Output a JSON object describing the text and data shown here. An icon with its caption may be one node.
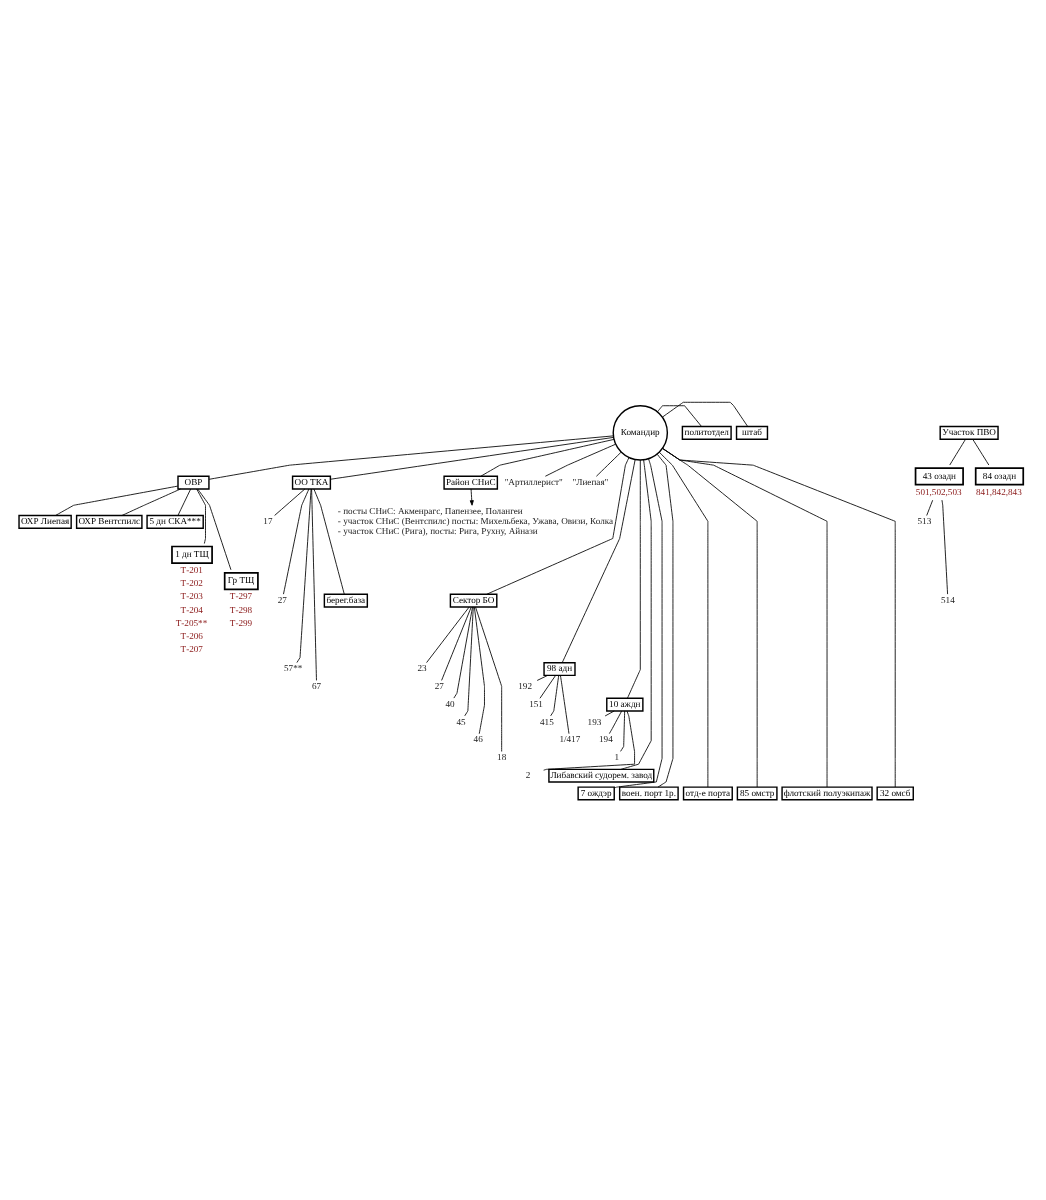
{
  "diagram": {
    "nodes": [
      {
        "text": [
          "Командир"
        ]
      },
      {
        "text": [
          "штаб"
        ]
      },
      {
        "text": [
          "политотдел"
        ]
      },
      {
        "text": [
          "ОВР"
        ]
      },
      {
        "text": [
          "ОО ТКА"
        ]
      },
      {
        "text": [
          "Район СНиС"
        ]
      },
      {
        "text": [
          "\"Артиллерист\""
        ]
      },
      {
        "text": [
          "\"Лиепая\""
        ]
      },
      {
        "text": [
          "- посты СНиС: Акменрагс, Папензее, Полангеи",
          "- участок СНиС (Вентспилс) посты: Михельбека, Ужава, Овизи, Колка",
          "- участок СНиС (Рига), посты: Рига, Рухну, Айнази"
        ]
      },
      {
        "text": [
          "ОХР Лиепая"
        ]
      },
      {
        "text": [
          "ОХР Вентспилс"
        ]
      },
      {
        "text": [
          "5 дн СКА***"
        ]
      },
      {
        "text": [
          "17"
        ]
      },
      {
        "text": [
          "27"
        ]
      },
      {
        "text": [
          "57**"
        ]
      },
      {
        "text": [
          "67"
        ]
      },
      {
        "text": [
          "берег.база"
        ]
      },
      {
        "text": [
          "1 дн ТЩ"
        ],
        "beside": [
          "Т-201",
          "Т-202",
          "Т-203",
          "Т-204",
          "Т-205**",
          "Т-206",
          "Т-207"
        ]
      },
      {
        "text": [
          "Гр ТЩ"
        ],
        "beside": [
          "Т-297",
          "Т-298",
          "Т-299"
        ]
      },
      {
        "text": [
          "Сектор БО"
        ]
      },
      {
        "text": [
          "23"
        ]
      },
      {
        "text": [
          "27"
        ]
      },
      {
        "text": [
          "40"
        ]
      },
      {
        "text": [
          "45"
        ]
      },
      {
        "text": [
          "46"
        ]
      },
      {
        "text": [
          "18"
        ]
      },
      {
        "text": [
          "98 адн"
        ]
      },
      {
        "text": [
          "192"
        ]
      },
      {
        "text": [
          "151"
        ]
      },
      {
        "text": [
          "415"
        ]
      },
      {
        "text": [
          "1/417"
        ]
      },
      {
        "text": [
          "10 аждн"
        ]
      },
      {
        "text": [
          "193"
        ]
      },
      {
        "text": [
          "194"
        ]
      },
      {
        "text": [
          "1"
        ]
      },
      {
        "text": [
          "2"
        ]
      },
      {
        "text": [
          "Участок ПВО"
        ]
      },
      {
        "text": [
          "43 озадн"
        ],
        "beside": [
          "501,502,503"
        ]
      },
      {
        "text": [
          "513"
        ]
      },
      {
        "text": [
          "514"
        ]
      },
      {
        "text": [
          "84 озадн"
        ],
        "beside": [
          "841,842,843"
        ]
      },
      {
        "text": [
          "Либавский судорем. завод"
        ]
      },
      {
        "text": [
          "7 ождэр"
        ]
      },
      {
        "text": [
          "воен. порт 1р."
        ]
      },
      {
        "text": [
          "отд-е порта"
        ]
      },
      {
        "text": [
          "85 омстр"
        ]
      },
      {
        "text": [
          "флотский полуэкипаж"
        ]
      },
      {
        "text": [
          "32 омсб"
        ]
      }
    ],
    "edges": [
      {
        "from": 0,
        "to": 1,
        "arrow": "none"
      },
      {
        "from": 0,
        "to": 2,
        "arrow": "none"
      },
      {
        "from": 0,
        "to": 3,
        "arrow": "none"
      },
      {
        "from": 0,
        "to": 4,
        "arrow": "none"
      },
      {
        "from": 0,
        "to": 5,
        "arrow": "none"
      },
      {
        "from": 0,
        "to": 6,
        "arrow": "none"
      },
      {
        "from": 0,
        "to": 7,
        "arrow": "none"
      },
      {
        "from": 5,
        "to": 8,
        "arrow": "to"
      },
      {
        "from": 3,
        "to": 9,
        "arrow": "none"
      },
      {
        "from": 3,
        "to": 10,
        "arrow": "none"
      },
      {
        "from": 3,
        "to": 11,
        "arrow": "none"
      },
      {
        "from": 3,
        "to": 17,
        "arrow": "none"
      },
      {
        "from": 3,
        "to": 18,
        "arrow": "none"
      },
      {
        "from": 4,
        "to": 12,
        "arrow": "none"
      },
      {
        "from": 4,
        "to": 13,
        "arrow": "none"
      },
      {
        "from": 4,
        "to": 14,
        "arrow": "none"
      },
      {
        "from": 4,
        "to": 15,
        "arrow": "none"
      },
      {
        "from": 4,
        "to": 16,
        "arrow": "none"
      },
      {
        "from": 0,
        "to": 19,
        "arrow": "none"
      },
      {
        "from": 19,
        "to": 20,
        "arrow": "none"
      },
      {
        "from": 19,
        "to": 21,
        "arrow": "none"
      },
      {
        "from": 19,
        "to": 22,
        "arrow": "none"
      },
      {
        "from": 19,
        "to": 23,
        "arrow": "none"
      },
      {
        "from": 19,
        "to": 24,
        "arrow": "none"
      },
      {
        "from": 19,
        "to": 25,
        "arrow": "none"
      },
      {
        "from": 0,
        "to": 26,
        "arrow": "none"
      },
      {
        "from": 26,
        "to": 27,
        "arrow": "none"
      },
      {
        "from": 26,
        "to": 28,
        "arrow": "none"
      },
      {
        "from": 26,
        "to": 29,
        "arrow": "none"
      },
      {
        "from": 26,
        "to": 30,
        "arrow": "none"
      },
      {
        "from": 0,
        "to": 31,
        "arrow": "none"
      },
      {
        "from": 31,
        "to": 32,
        "arrow": "none"
      },
      {
        "from": 31,
        "to": 33,
        "arrow": "none"
      },
      {
        "from": 31,
        "to": 34,
        "arrow": "none"
      },
      {
        "from": 31,
        "to": 35,
        "arrow": "none"
      },
      {
        "from": 36,
        "to": 37,
        "arrow": "none"
      },
      {
        "from": 36,
        "to": 40,
        "arrow": "none"
      },
      {
        "from": 37,
        "to": 38,
        "arrow": "none"
      },
      {
        "from": 37,
        "to": 39,
        "arrow": "none"
      },
      {
        "from": 0,
        "to": 41,
        "arrow": "none"
      },
      {
        "from": 0,
        "to": 42,
        "arrow": "none"
      },
      {
        "from": 0,
        "to": 43,
        "arrow": "none"
      },
      {
        "from": 0,
        "to": 44,
        "arrow": "none"
      },
      {
        "from": 0,
        "to": 45,
        "arrow": "none"
      },
      {
        "from": 0,
        "to": 46,
        "arrow": "none"
      },
      {
        "from": 0,
        "to": 47,
        "arrow": "none"
      }
    ]
  }
}
